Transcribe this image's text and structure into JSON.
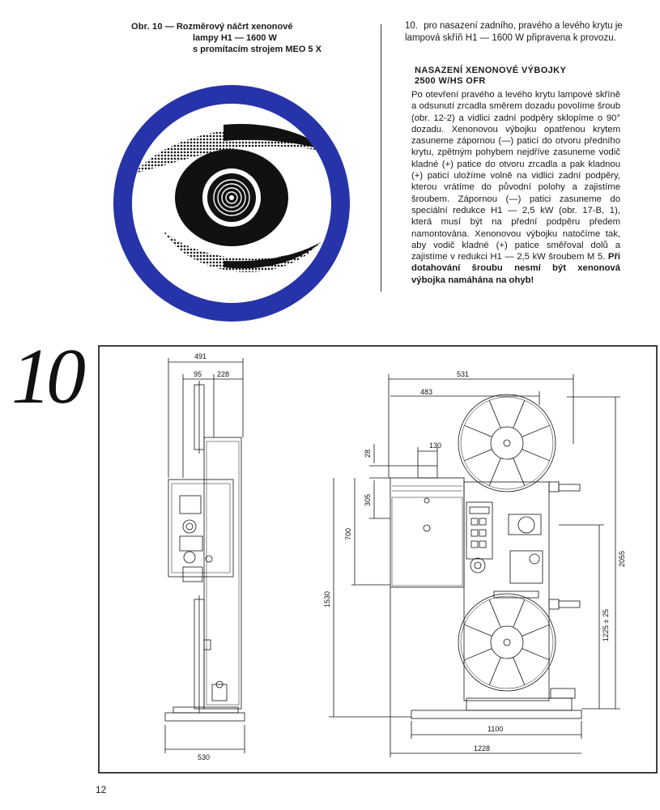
{
  "caption": {
    "label": "Obr. 10",
    "dash": "—",
    "line1_rest": "Rozměrový náčrt xenonové",
    "line2": "lampy H1 — 1600 W",
    "line3": "s promítacím strojem MEO 5 X"
  },
  "item10": {
    "number": "10.",
    "text": "pro nasazení zadního, pravého a levého krytu je lampová skříň H1 — 1600 W připravena k provozu."
  },
  "section_heading": {
    "line1": "NASAZENÍ XENONOVÉ VÝBOJKY",
    "line2": "2500 W/HS OFR"
  },
  "body": {
    "text": "Po otevření pravého a levého krytu lampové skříně a odsunutí zrcadla směrem dozadu povolíme šroub (obr. 12-2) a vidlici zadní podpěry sklopíme o 90° dozadu. Xenonovou výbojku opatřenou krytem zasuneme zápornou (—) paticí do otvoru předního krytu, zpětným pohybem nejdříve zasuneme vodič kladné (+) patice do otvoru zrcadla a pak kladnou (+) paticí uložíme volně na vidlici zadní podpěry, kterou vrátíme do původní polohy a zajistíme šroubem. Zápornou (—) patici zasuneme do speciální redukce H1 — 2,5 kW (obr. 17-B, 1), která musí být na přední podpěru předem namontována. Xenonovou výbojku natočíme tak, aby vodič kladné (+) patice směřoval dolů a zajistíme v redukci H1 — 2,5 kW šroubem M 5.",
    "warning": "Při dotahování šroubu nesmí být xenonová výbojka namáhána na ohyb!"
  },
  "figure_number": "10",
  "dimensions": {
    "side_491": "491",
    "side_95": "95",
    "side_228": "228",
    "side_530": "530",
    "front_531": "531",
    "front_483": "483",
    "front_28": "28",
    "front_130": "130",
    "front_305": "305",
    "front_700": "700",
    "front_1530": "1530",
    "front_2055": "2055",
    "front_1225": "1225 ± 25",
    "front_1100": "1100",
    "front_1228": "1228"
  },
  "page_number": "12",
  "colors": {
    "logo_blue": "#2733a8",
    "ink": "#1a1a1a"
  }
}
